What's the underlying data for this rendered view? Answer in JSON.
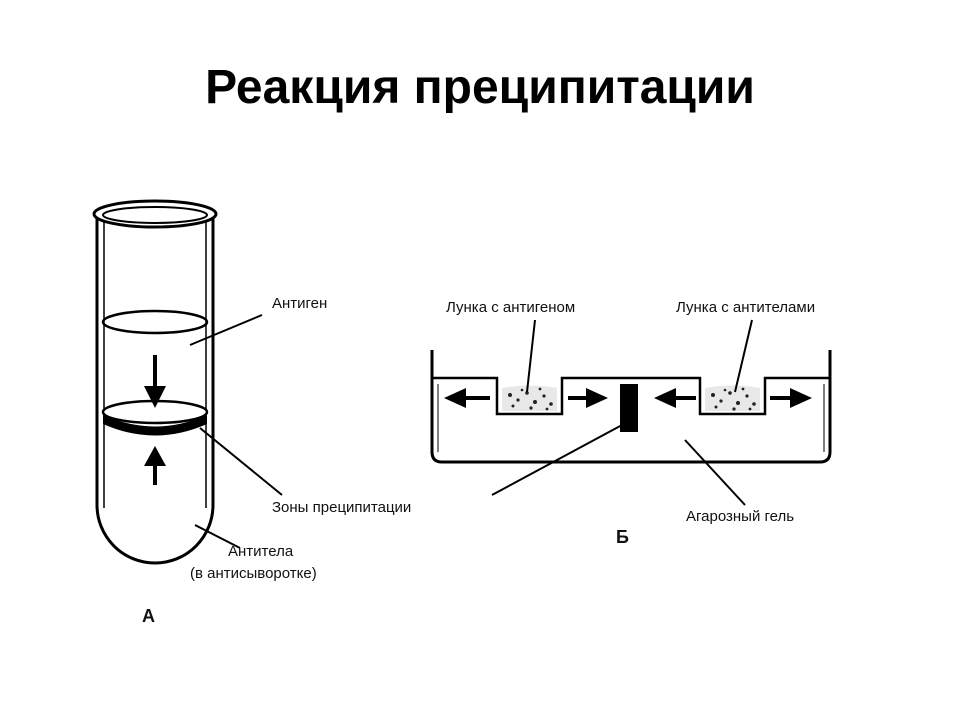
{
  "title": "Реакция преципитации",
  "labels": {
    "antigen": "Антиген",
    "precip_zones": "Зоны преципитации",
    "antibodies_line1": "Антитела",
    "antibodies_line2": "(в антисыворотке)",
    "panel_a": "А",
    "well_antigen": "Лунка с антигеном",
    "well_antibodies": "Лунка с антителами",
    "agarose": "Агарозный гель",
    "panel_b": "Б"
  }
}
